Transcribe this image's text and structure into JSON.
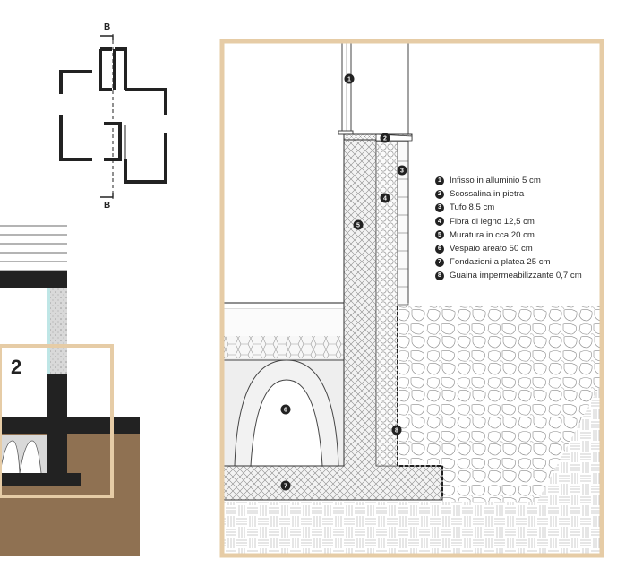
{
  "key_plan": {
    "section_mark_top": "B",
    "section_mark_bottom": "B"
  },
  "overview": {
    "detail_number": "2"
  },
  "detail": {
    "markers": [
      {
        "id": "marker-1",
        "label": "1"
      },
      {
        "id": "marker-2",
        "label": "2"
      },
      {
        "id": "marker-3",
        "label": "3"
      },
      {
        "id": "marker-4",
        "label": "4"
      },
      {
        "id": "marker-5",
        "label": "5"
      },
      {
        "id": "marker-6",
        "label": "6"
      },
      {
        "id": "marker-7",
        "label": "7"
      },
      {
        "id": "marker-8",
        "label": "8"
      }
    ],
    "legend": [
      {
        "num": "1",
        "text": "Infisso in alluminio 5 cm"
      },
      {
        "num": "2",
        "text": "Scossalina in pietra"
      },
      {
        "num": "3",
        "text": "Tufo 8,5 cm"
      },
      {
        "num": "4",
        "text": "Fibra di legno 12,5 cm"
      },
      {
        "num": "5",
        "text": "Muratura in cca 20 cm"
      },
      {
        "num": "6",
        "text": "Vespaio areato 50 cm"
      },
      {
        "num": "7",
        "text": "Fondazioni a platea 25 cm"
      },
      {
        "num": "8",
        "text": "Guaina impermeabilizzante 0,7 cm"
      }
    ]
  },
  "colors": {
    "frame": "#e6cca6",
    "soil": "#8f7152",
    "concrete": "#232323",
    "hatch_bg": "#f1f1f1",
    "line": "#4a4a4a"
  }
}
